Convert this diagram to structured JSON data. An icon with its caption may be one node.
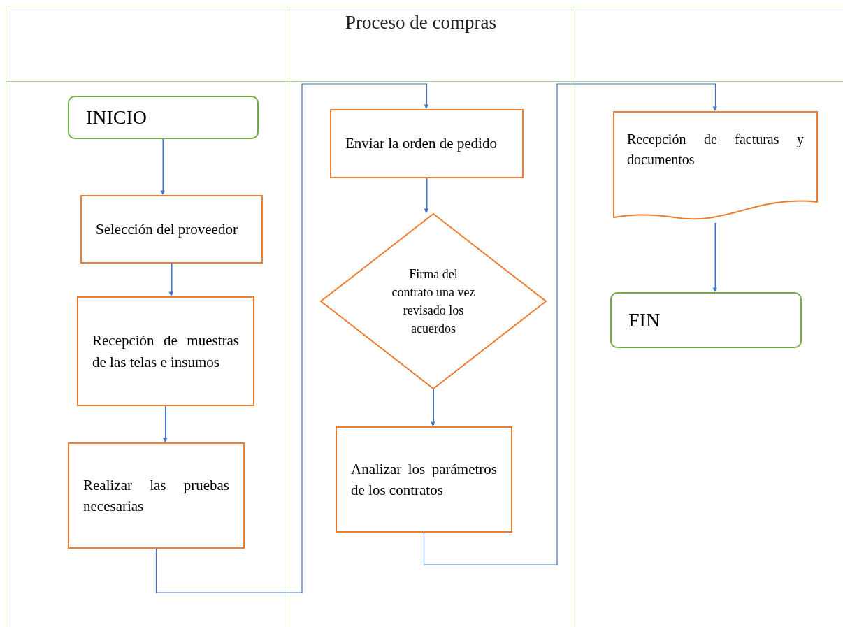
{
  "diagram": {
    "title": "Proceso de compras",
    "nodes": [
      {
        "text": [
          "INICIO"
        ]
      },
      {
        "text": [
          "Selección del proveedor"
        ]
      },
      {
        "text": [
          "Recepción de muestras de las telas e insumos"
        ]
      },
      {
        "text": [
          "Realizar las pruebas necesarias"
        ]
      },
      {
        "text": [
          "Enviar la orden de pedido"
        ]
      },
      {
        "text": [
          "Firma del contrato una vez revisado los acuerdos"
        ]
      },
      {
        "text": [
          "Analizar los parámetros de los contratos"
        ]
      },
      {
        "text": [
          "Recepción de facturas y documentos"
        ]
      },
      {
        "text": [
          "FIN"
        ]
      }
    ],
    "edges": [
      {
        "from": 0,
        "to": 1,
        "arrow": "to"
      },
      {
        "from": 1,
        "to": 2,
        "arrow": "to"
      },
      {
        "from": 2,
        "to": 3,
        "arrow": "to"
      },
      {
        "from": 3,
        "to": 4,
        "arrow": "to"
      },
      {
        "from": 4,
        "to": 5,
        "arrow": "to"
      },
      {
        "from": 5,
        "to": 6,
        "arrow": "to"
      },
      {
        "from": 6,
        "to": 7,
        "arrow": "to"
      },
      {
        "from": 7,
        "to": 8,
        "arrow": "to"
      }
    ]
  }
}
